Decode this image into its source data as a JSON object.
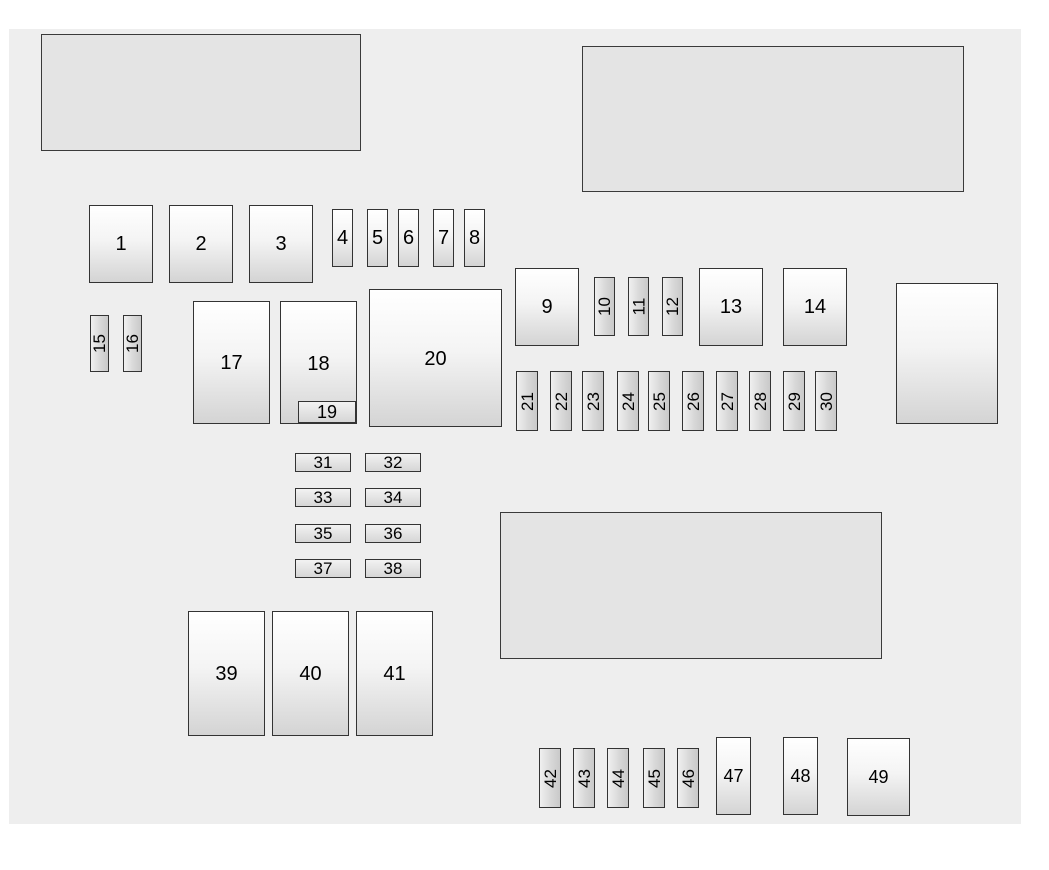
{
  "title": "",
  "colors": {
    "panel": "#eeeeee",
    "blank_block": "#e4e4e4",
    "outline": "#333333",
    "label": "#000000"
  },
  "fuses": {
    "f1": "1",
    "f2": "2",
    "f3": "3",
    "f4": "4",
    "f5": "5",
    "f6": "6",
    "f7": "7",
    "f8": "8",
    "f9": "9",
    "f10": "10",
    "f11": "11",
    "f12": "12",
    "f13": "13",
    "f14": "14",
    "f15": "15",
    "f16": "16",
    "f17": "17",
    "f18": "18",
    "f19": "19",
    "f20": "20",
    "f21": "21",
    "f22": "22",
    "f23": "23",
    "f24": "24",
    "f25": "25",
    "f26": "26",
    "f27": "27",
    "f28": "28",
    "f29": "29",
    "f30": "30",
    "f31": "31",
    "f32": "32",
    "f33": "33",
    "f34": "34",
    "f35": "35",
    "f36": "36",
    "f37": "37",
    "f38": "38",
    "f39": "39",
    "f40": "40",
    "f41": "41",
    "f42": "42",
    "f43": "43",
    "f44": "44",
    "f45": "45",
    "f46": "46",
    "f47": "47",
    "f48": "48",
    "f49": "49"
  }
}
